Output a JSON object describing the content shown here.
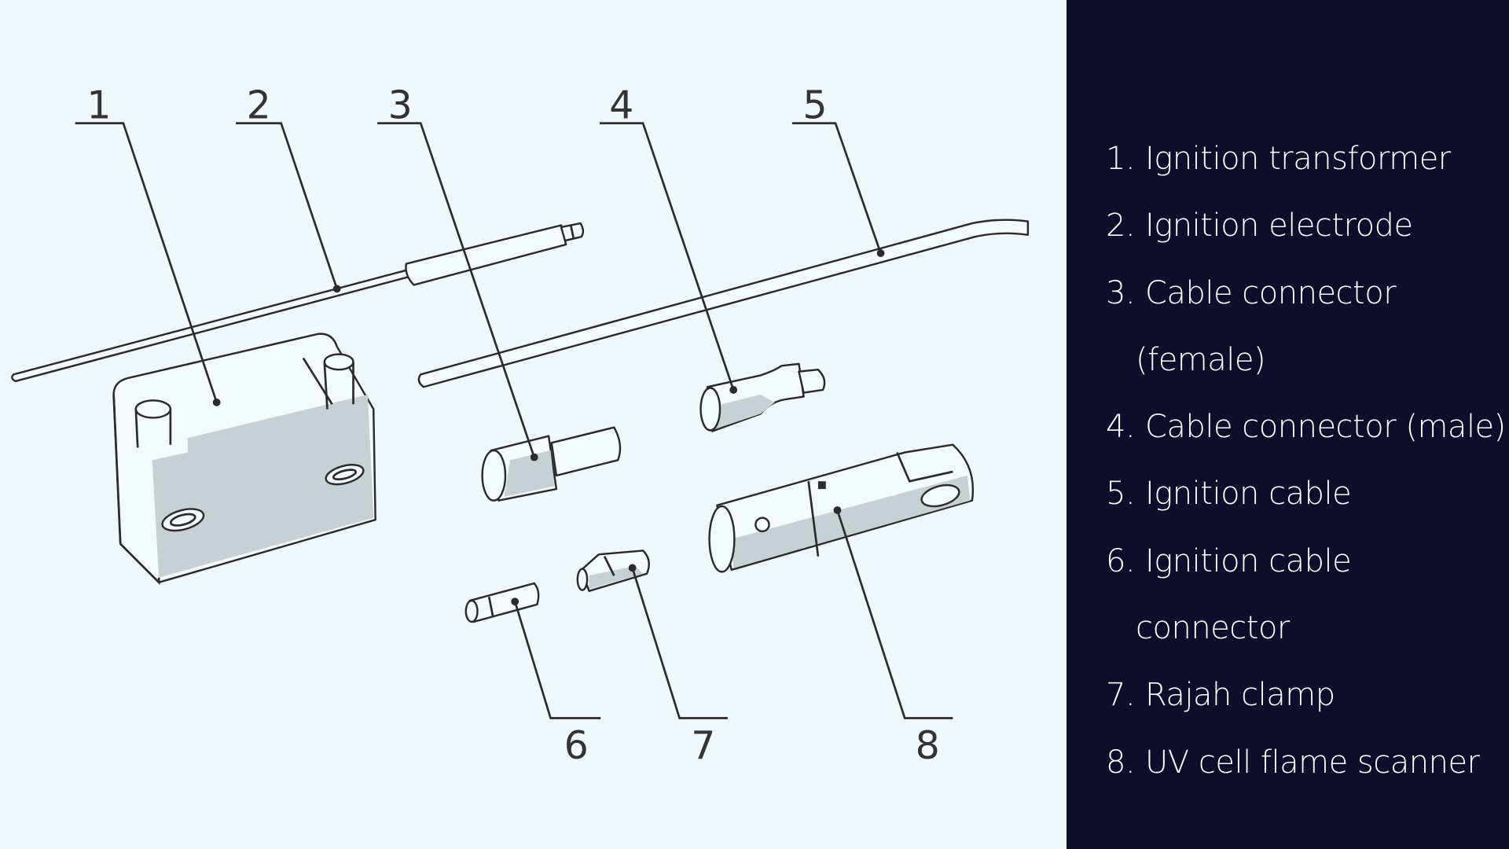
{
  "callouts": [
    "1",
    "2",
    "3",
    "4",
    "5",
    "6",
    "7",
    "8"
  ],
  "legend": [
    {
      "num": "1.",
      "label": "Ignition transformer"
    },
    {
      "num": "2.",
      "label": "Ignition electrode"
    },
    {
      "num": "3.",
      "label": "Cable connector",
      "cont": "(female)"
    },
    {
      "num": "4.",
      "label": "Cable connector (male)"
    },
    {
      "num": "5.",
      "label": "Ignition cable"
    },
    {
      "num": "6.",
      "label": "Ignition cable",
      "cont": "connector"
    },
    {
      "num": "7.",
      "label": "Rajah clamp"
    },
    {
      "num": "8.",
      "label": "UV cell flame scanner"
    }
  ],
  "colors": {
    "background": "#f1f8fc",
    "panel": "#0e0e2c",
    "line": "#2b2b2b",
    "shade": "#c9d0d4"
  }
}
